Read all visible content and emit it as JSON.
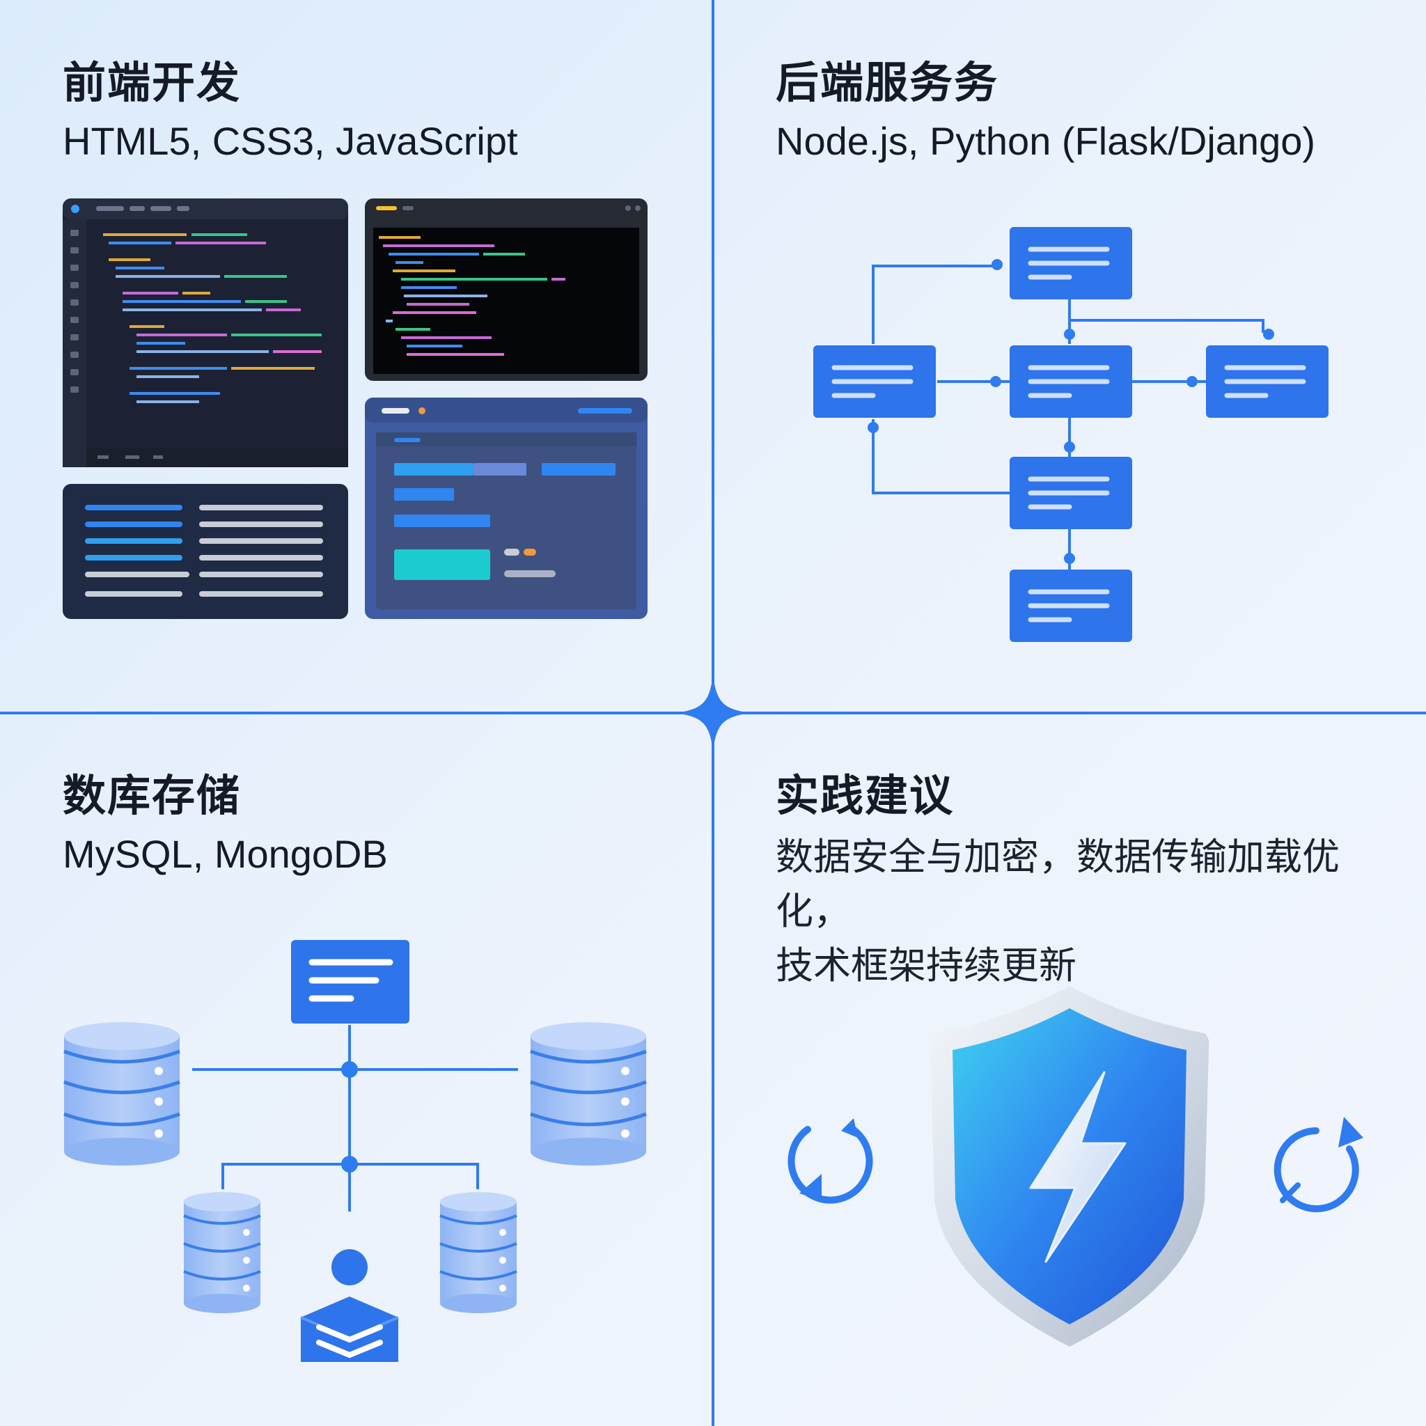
{
  "sections": {
    "frontend": {
      "title": "前端开发",
      "subtitle": "HTML5, CSS3, JavaScript"
    },
    "backend": {
      "title": "后端服务务",
      "subtitle": "Node.js, Python (Flask/Django)"
    },
    "database": {
      "title": "数库存储",
      "subtitle": "MySQL, MongoDB"
    },
    "practice": {
      "title": "实践建议",
      "subtitle_line1": "数据安全与加密，数据传输加载优化，",
      "subtitle_line2": "技术框架持续更新"
    }
  },
  "icons": {
    "editor": "code-editor-window-icon",
    "terminal": "terminal-window-icon",
    "list": "list-panel-icon",
    "dashboard": "dashboard-window-icon",
    "server_nodes": "server-node-icon",
    "database": "database-cylinder-icon",
    "user": "user-stack-icon",
    "shield": "shield-lightning-icon",
    "refresh_left": "refresh-left-icon",
    "refresh_right": "refresh-right-icon"
  },
  "colors": {
    "accent": "#2f7bf0",
    "node_blue": "#2e74ea",
    "dark_panel": "#1f2a44",
    "teal": "#1ccbd0"
  }
}
